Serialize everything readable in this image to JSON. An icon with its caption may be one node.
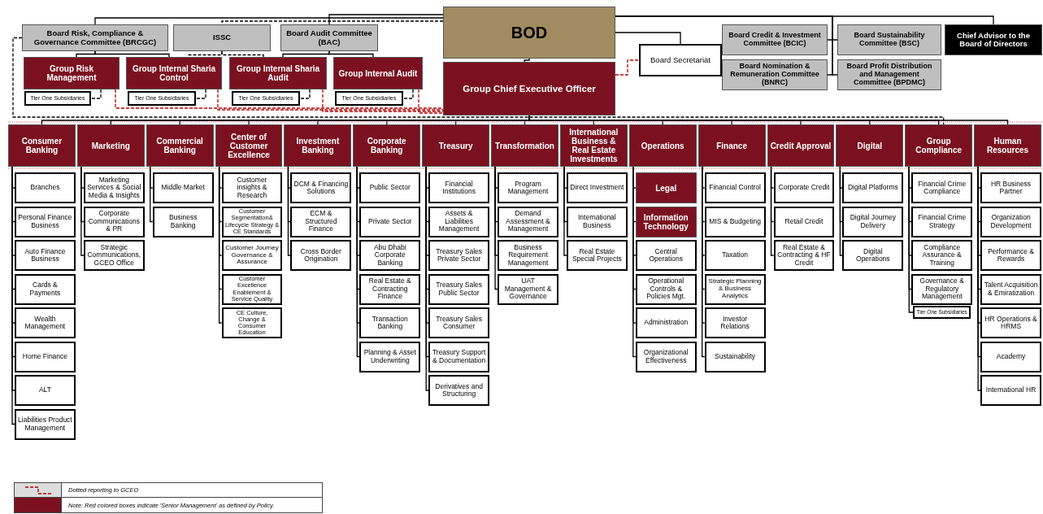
{
  "diagram": {
    "nodes": [
      {
        "text": [
          "BOD"
        ]
      },
      {
        "text": [
          "Board Risk, Compliance & Governance Committee (BRCGC)"
        ]
      },
      {
        "text": [
          "ISSC"
        ]
      },
      {
        "text": [
          "Board Audit Committee (BAC)"
        ]
      },
      {
        "text": [
          "Group Risk Management"
        ]
      },
      {
        "text": [
          "Tier One Subsidiaries"
        ]
      },
      {
        "text": [
          "Group Internal Sharia Control"
        ]
      },
      {
        "text": [
          "Tier One Subsidiaries"
        ]
      },
      {
        "text": [
          "Group Internal Sharia Audit"
        ]
      },
      {
        "text": [
          "Tier One Subsidiaries"
        ]
      },
      {
        "text": [
          "Group Internal Audit"
        ]
      },
      {
        "text": [
          "Tier One Subsidiaries"
        ]
      },
      {
        "text": [
          "Board Secretariat"
        ]
      },
      {
        "text": [
          "Group Chief Executive Officer"
        ]
      },
      {
        "text": [
          "Board Credit & Investment Committee (BCIC)"
        ]
      },
      {
        "text": [
          "Board Sustainability Committee (BSC)"
        ]
      },
      {
        "text": [
          "Board Nomination & Remuneration Committee (BNRC)"
        ]
      },
      {
        "text": [
          "Board Profit Distribution and Management Committee (BPDMC)"
        ]
      },
      {
        "text": [
          "Chief Advisor to the Board of Directors"
        ]
      },
      {
        "text": [
          "Consumer Banking"
        ]
      },
      {
        "text": [
          "Branches"
        ]
      },
      {
        "text": [
          "Personal Finance Business"
        ]
      },
      {
        "text": [
          "Auto Finance Business"
        ]
      },
      {
        "text": [
          "Cards & Payments"
        ]
      },
      {
        "text": [
          "Wealth Management"
        ]
      },
      {
        "text": [
          "Home Finance"
        ]
      },
      {
        "text": [
          "ALT"
        ]
      },
      {
        "text": [
          "Liabilities Product Management"
        ]
      },
      {
        "text": [
          "Marketing"
        ]
      },
      {
        "text": [
          "Marketing Services & Social Media & Insights"
        ]
      },
      {
        "text": [
          "Corporate Communications & PR"
        ]
      },
      {
        "text": [
          "Strategic Communications, GCEO Office"
        ]
      },
      {
        "text": [
          "Commercial Banking"
        ]
      },
      {
        "text": [
          "Middle Market"
        ]
      },
      {
        "text": [
          "Business Banking"
        ]
      },
      {
        "text": [
          "Center of Customer Excellence"
        ]
      },
      {
        "text": [
          "Customer insights & Research"
        ]
      },
      {
        "text": [
          "Customer Segmentation& Lifecycle Strategy & CE Standards"
        ]
      },
      {
        "text": [
          "Customer Journey Governance & Assurance"
        ]
      },
      {
        "text": [
          "Customer Excellence Enablement & Service Quality"
        ]
      },
      {
        "text": [
          "CE Culture, Change & Consumer Education"
        ]
      },
      {
        "text": [
          "Investment Banking"
        ]
      },
      {
        "text": [
          "DCM & Financing Solutions"
        ]
      },
      {
        "text": [
          "ECM & Structured Finance"
        ]
      },
      {
        "text": [
          "Cross Border Origination"
        ]
      },
      {
        "text": [
          "Corporate Banking"
        ]
      },
      {
        "text": [
          "Public Sector"
        ]
      },
      {
        "text": [
          "Private Sector"
        ]
      },
      {
        "text": [
          "Abu Dhabi Corporate Banking"
        ]
      },
      {
        "text": [
          "Real Estate & Contracting Finance"
        ]
      },
      {
        "text": [
          "Transaction Banking"
        ]
      },
      {
        "text": [
          "Planning & Asset Underwriting"
        ]
      },
      {
        "text": [
          "Treasury"
        ]
      },
      {
        "text": [
          "Financial Institutions"
        ]
      },
      {
        "text": [
          "Assets & Liabilities Management"
        ]
      },
      {
        "text": [
          "Treasury Sales Private Sector"
        ]
      },
      {
        "text": [
          "Treasury Sales Public Sector"
        ]
      },
      {
        "text": [
          "Treasury Sales Consumer"
        ]
      },
      {
        "text": [
          "Treasury Support & Documentation"
        ]
      },
      {
        "text": [
          "Derivatives and Structuring"
        ]
      },
      {
        "text": [
          "Transformation"
        ]
      },
      {
        "text": [
          "Program Management"
        ]
      },
      {
        "text": [
          "Demand Assessment & Management"
        ]
      },
      {
        "text": [
          "Business Requirement Management"
        ]
      },
      {
        "text": [
          "UAT Management & Governance"
        ]
      },
      {
        "text": [
          "International Business & Real Estate Investments"
        ]
      },
      {
        "text": [
          "Direct Investment"
        ]
      },
      {
        "text": [
          "International Business"
        ]
      },
      {
        "text": [
          "Real Estate Special Projects"
        ]
      },
      {
        "text": [
          "Operations"
        ]
      },
      {
        "text": [
          "Legal"
        ]
      },
      {
        "text": [
          "Information Technology"
        ]
      },
      {
        "text": [
          "Central Operations"
        ]
      },
      {
        "text": [
          "Operational Controls & Policies Mgt."
        ]
      },
      {
        "text": [
          "Administration"
        ]
      },
      {
        "text": [
          "Organizational Effectiveness"
        ]
      },
      {
        "text": [
          "Finance"
        ]
      },
      {
        "text": [
          "Financial Control"
        ]
      },
      {
        "text": [
          "MIS & Budgeting"
        ]
      },
      {
        "text": [
          "Taxation"
        ]
      },
      {
        "text": [
          "Strategic Planning & Business Analytics"
        ]
      },
      {
        "text": [
          "Investor Relations"
        ]
      },
      {
        "text": [
          "Sustainability"
        ]
      },
      {
        "text": [
          "Credit Approval"
        ]
      },
      {
        "text": [
          "Corporate Credit"
        ]
      },
      {
        "text": [
          "Retail Credit"
        ]
      },
      {
        "text": [
          "Real Estate & Contracting & HF Credit"
        ]
      },
      {
        "text": [
          "Digital"
        ]
      },
      {
        "text": [
          "Digital Platforms"
        ]
      },
      {
        "text": [
          "Digital Journey Delivery"
        ]
      },
      {
        "text": [
          "Digital Operations"
        ]
      },
      {
        "text": [
          "Group Compliance"
        ]
      },
      {
        "text": [
          "Financial Crime Compliance"
        ]
      },
      {
        "text": [
          "Financial Crime Strategy"
        ]
      },
      {
        "text": [
          "Compliance Assurance & Training"
        ]
      },
      {
        "text": [
          "Governance & Regulatory Management"
        ]
      },
      {
        "text": [
          "Tier One Subsidiaries"
        ]
      },
      {
        "text": [
          "Human Resources"
        ]
      },
      {
        "text": [
          "HR Business Partner"
        ]
      },
      {
        "text": [
          "Organization Development"
        ]
      },
      {
        "text": [
          "Performance & Rewards"
        ]
      },
      {
        "text": [
          "Talent Acquisition & Emiratization"
        ]
      },
      {
        "text": [
          "HR Operations & HRMS"
        ]
      },
      {
        "text": [
          "Academy"
        ]
      },
      {
        "text": [
          "International HR"
        ]
      }
    ],
    "edges": [
      {
        "from": 0,
        "to": 1,
        "arrow": "none"
      },
      {
        "from": 0,
        "to": 2,
        "arrow": "none",
        "style": "dashed"
      },
      {
        "from": 0,
        "to": 3,
        "arrow": "none"
      },
      {
        "from": 1,
        "to": 4,
        "arrow": "none"
      },
      {
        "from": 1,
        "to": 6,
        "arrow": "none"
      },
      {
        "from": 2,
        "to": 6,
        "arrow": "none",
        "style": "dashed"
      },
      {
        "from": 2,
        "to": 8,
        "arrow": "none",
        "style": "dashed"
      },
      {
        "from": 3,
        "to": 8,
        "arrow": "none"
      },
      {
        "from": 3,
        "to": 10,
        "arrow": "none"
      },
      {
        "from": 4,
        "to": 5,
        "arrow": "none",
        "style": "dashed"
      },
      {
        "from": 6,
        "to": 7,
        "arrow": "none",
        "style": "dashed"
      },
      {
        "from": 8,
        "to": 9,
        "arrow": "none",
        "style": "dashed"
      },
      {
        "from": 10,
        "to": 11,
        "arrow": "none",
        "style": "dashed"
      },
      {
        "from": 4,
        "to": 13,
        "arrow": "none",
        "style": "dashed",
        "color": "#c00000"
      },
      {
        "from": 6,
        "to": 13,
        "arrow": "none",
        "style": "dashed",
        "color": "#c00000"
      },
      {
        "from": 8,
        "to": 13,
        "arrow": "none",
        "style": "dashed",
        "color": "#c00000"
      },
      {
        "from": 10,
        "to": 13,
        "arrow": "none",
        "style": "dashed",
        "color": "#c00000"
      },
      {
        "from": 0,
        "to": 12,
        "arrow": "none"
      },
      {
        "from": 13,
        "to": 12,
        "arrow": "none",
        "style": "dashed",
        "color": "#c00000"
      },
      {
        "from": 0,
        "to": 14,
        "arrow": "none"
      },
      {
        "from": 0,
        "to": 15,
        "arrow": "none"
      },
      {
        "from": 0,
        "to": 16,
        "arrow": "none"
      },
      {
        "from": 0,
        "to": 17,
        "arrow": "none"
      },
      {
        "from": 0,
        "to": 18,
        "arrow": "none"
      },
      {
        "from": 0,
        "to": 13,
        "arrow": "none"
      },
      {
        "from": 1,
        "to": 91,
        "arrow": "none",
        "style": "dashed"
      },
      {
        "from": 13,
        "to": 19,
        "arrow": "none"
      },
      {
        "from": 13,
        "to": 28,
        "arrow": "none"
      },
      {
        "from": 13,
        "to": 32,
        "arrow": "none"
      },
      {
        "from": 13,
        "to": 35,
        "arrow": "none"
      },
      {
        "from": 13,
        "to": 41,
        "arrow": "none"
      },
      {
        "from": 13,
        "to": 45,
        "arrow": "none"
      },
      {
        "from": 13,
        "to": 52,
        "arrow": "none"
      },
      {
        "from": 13,
        "to": 60,
        "arrow": "none"
      },
      {
        "from": 13,
        "to": 65,
        "arrow": "none"
      },
      {
        "from": 13,
        "to": 69,
        "arrow": "none"
      },
      {
        "from": 13,
        "to": 76,
        "arrow": "none"
      },
      {
        "from": 13,
        "to": 83,
        "arrow": "none"
      },
      {
        "from": 13,
        "to": 87,
        "arrow": "none"
      },
      {
        "from": 13,
        "to": 91,
        "arrow": "none"
      },
      {
        "from": 13,
        "to": 97,
        "arrow": "none"
      },
      {
        "from": 19,
        "to": 20,
        "arrow": "none"
      },
      {
        "from": 19,
        "to": 21,
        "arrow": "none"
      },
      {
        "from": 19,
        "to": 22,
        "arrow": "none"
      },
      {
        "from": 19,
        "to": 23,
        "arrow": "none"
      },
      {
        "from": 19,
        "to": 24,
        "arrow": "none"
      },
      {
        "from": 19,
        "to": 25,
        "arrow": "none"
      },
      {
        "from": 19,
        "to": 26,
        "arrow": "none"
      },
      {
        "from": 19,
        "to": 27,
        "arrow": "none"
      },
      {
        "from": 28,
        "to": 29,
        "arrow": "none"
      },
      {
        "from": 28,
        "to": 30,
        "arrow": "none"
      },
      {
        "from": 28,
        "to": 31,
        "arrow": "none"
      },
      {
        "from": 32,
        "to": 33,
        "arrow": "none"
      },
      {
        "from": 32,
        "to": 34,
        "arrow": "none"
      },
      {
        "from": 35,
        "to": 36,
        "arrow": "none"
      },
      {
        "from": 35,
        "to": 37,
        "arrow": "none"
      },
      {
        "from": 35,
        "to": 38,
        "arrow": "none"
      },
      {
        "from": 35,
        "to": 39,
        "arrow": "none"
      },
      {
        "from": 35,
        "to": 40,
        "arrow": "none"
      },
      {
        "from": 41,
        "to": 42,
        "arrow": "none"
      },
      {
        "from": 41,
        "to": 43,
        "arrow": "none"
      },
      {
        "from": 41,
        "to": 44,
        "arrow": "none"
      },
      {
        "from": 45,
        "to": 46,
        "arrow": "none"
      },
      {
        "from": 45,
        "to": 47,
        "arrow": "none"
      },
      {
        "from": 45,
        "to": 48,
        "arrow": "none"
      },
      {
        "from": 45,
        "to": 49,
        "arrow": "none"
      },
      {
        "from": 45,
        "to": 50,
        "arrow": "none"
      },
      {
        "from": 45,
        "to": 51,
        "arrow": "none"
      },
      {
        "from": 52,
        "to": 53,
        "arrow": "none"
      },
      {
        "from": 52,
        "to": 54,
        "arrow": "none"
      },
      {
        "from": 52,
        "to": 55,
        "arrow": "none"
      },
      {
        "from": 52,
        "to": 56,
        "arrow": "none"
      },
      {
        "from": 52,
        "to": 57,
        "arrow": "none"
      },
      {
        "from": 52,
        "to": 58,
        "arrow": "none"
      },
      {
        "from": 52,
        "to": 59,
        "arrow": "none"
      },
      {
        "from": 60,
        "to": 61,
        "arrow": "none"
      },
      {
        "from": 60,
        "to": 62,
        "arrow": "none"
      },
      {
        "from": 60,
        "to": 63,
        "arrow": "none"
      },
      {
        "from": 60,
        "to": 64,
        "arrow": "none"
      },
      {
        "from": 65,
        "to": 66,
        "arrow": "none"
      },
      {
        "from": 65,
        "to": 67,
        "arrow": "none"
      },
      {
        "from": 65,
        "to": 68,
        "arrow": "none"
      },
      {
        "from": 69,
        "to": 70,
        "arrow": "none"
      },
      {
        "from": 69,
        "to": 71,
        "arrow": "none"
      },
      {
        "from": 69,
        "to": 72,
        "arrow": "none"
      },
      {
        "from": 69,
        "to": 73,
        "arrow": "none"
      },
      {
        "from": 69,
        "to": 74,
        "arrow": "none"
      },
      {
        "from": 69,
        "to": 75,
        "arrow": "none"
      },
      {
        "from": 76,
        "to": 77,
        "arrow": "none"
      },
      {
        "from": 76,
        "to": 78,
        "arrow": "none"
      },
      {
        "from": 76,
        "to": 79,
        "arrow": "none"
      },
      {
        "from": 76,
        "to": 80,
        "arrow": "none"
      },
      {
        "from": 76,
        "to": 81,
        "arrow": "none"
      },
      {
        "from": 76,
        "to": 82,
        "arrow": "none"
      },
      {
        "from": 83,
        "to": 84,
        "arrow": "none"
      },
      {
        "from": 83,
        "to": 85,
        "arrow": "none"
      },
      {
        "from": 83,
        "to": 86,
        "arrow": "none"
      },
      {
        "from": 87,
        "to": 88,
        "arrow": "none"
      },
      {
        "from": 87,
        "to": 89,
        "arrow": "none"
      },
      {
        "from": 87,
        "to": 90,
        "arrow": "none"
      },
      {
        "from": 91,
        "to": 92,
        "arrow": "none"
      },
      {
        "from": 91,
        "to": 93,
        "arrow": "none"
      },
      {
        "from": 91,
        "to": 94,
        "arrow": "none"
      },
      {
        "from": 91,
        "to": 95,
        "arrow": "none"
      },
      {
        "from": 91,
        "to": 96,
        "arrow": "none"
      },
      {
        "from": 97,
        "to": 98,
        "arrow": "none"
      },
      {
        "from": 97,
        "to": 99,
        "arrow": "none"
      },
      {
        "from": 97,
        "to": 100,
        "arrow": "none"
      },
      {
        "from": 97,
        "to": 101,
        "arrow": "none"
      },
      {
        "from": 97,
        "to": 102,
        "arrow": "none"
      },
      {
        "from": 97,
        "to": 103,
        "arrow": "none"
      },
      {
        "from": 97,
        "to": 104,
        "arrow": "none"
      }
    ],
    "legend": [
      {
        "text": "Dotted reporting to GCEO"
      },
      {
        "text": "Note: Red colored boxes indicate 'Senior Management' as defined by Policy.",
        "color": "#7b1120"
      }
    ]
  }
}
